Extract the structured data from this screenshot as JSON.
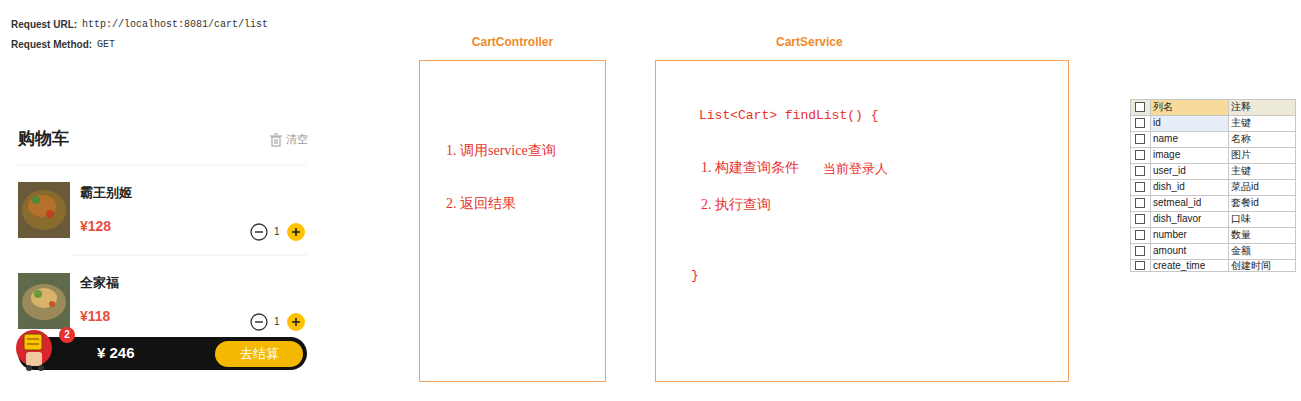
{
  "diagram": {
    "nodes": [
      {
        "text": [
          "CartController",
          "1. 调用service查询",
          "2. 返回结果"
        ]
      },
      {
        "text": [
          "CartService",
          "List<Cart> findList() {",
          "1. 构建查询条件",
          "当前登录人",
          "2. 执行查询",
          "}"
        ]
      },
      {
        "text": [
          "¥ 246"
        ]
      },
      {
        "text": [
          "去结算"
        ],
        "in": 2
      },
      {
        "text": [
          "2"
        ],
        "in": 2
      }
    ],
    "labels": [
      "Request URL:",
      "http://localhost:8081/cart/list",
      "Request Method:",
      "GET",
      "购物车",
      "清空",
      "霸王别姬",
      "¥128",
      "1",
      "全家福",
      "¥118",
      "1",
      "列名",
      "注释",
      "id",
      "主键",
      "name",
      "名称",
      "image",
      "图片",
      "user_id",
      "主键",
      "dish_id",
      "菜品id",
      "setmeal_id",
      "套餐id",
      "dish_flavor",
      "口味",
      "number",
      "数量",
      "amount",
      "金额",
      "create_time",
      "创建时间"
    ]
  }
}
